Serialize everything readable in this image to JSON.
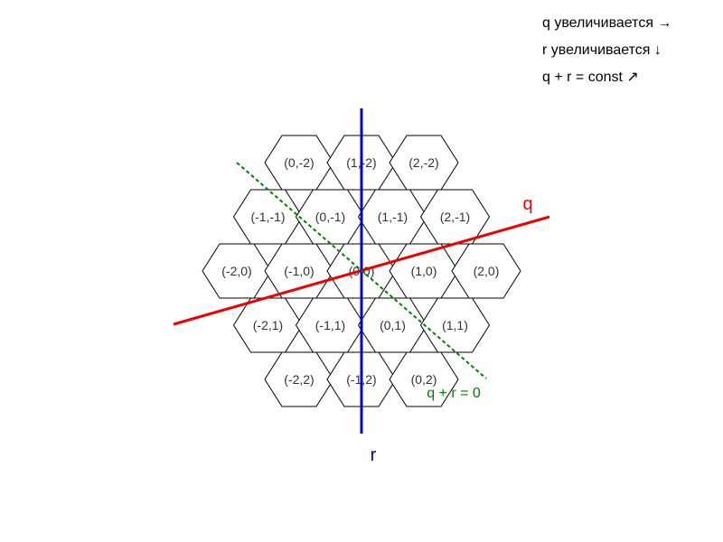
{
  "legend": {
    "lines": [
      "q увеличивается →",
      "r увеличивается ↓",
      "q + r = const ↗"
    ]
  },
  "axes": {
    "q": {
      "label": "q",
      "color": "#ee0000"
    },
    "r": {
      "label": "r",
      "color": "#0000cc"
    },
    "diagonal": {
      "label": "q + r = 0",
      "color": "#008000"
    }
  },
  "cells": [
    {
      "q": 0,
      "r": -2,
      "label": "(0,-2)"
    },
    {
      "q": 1,
      "r": -2,
      "label": "(1,-2)"
    },
    {
      "q": 2,
      "r": -2,
      "label": "(2,-2)"
    },
    {
      "q": -1,
      "r": -1,
      "label": "(-1,-1)"
    },
    {
      "q": 0,
      "r": -1,
      "label": "(0,-1)"
    },
    {
      "q": 1,
      "r": -1,
      "label": "(1,-1)"
    },
    {
      "q": 2,
      "r": -1,
      "label": "(2,-1)"
    },
    {
      "q": -2,
      "r": 0,
      "label": "(-2,0)"
    },
    {
      "q": -1,
      "r": 0,
      "label": "(-1,0)"
    },
    {
      "q": 0,
      "r": 0,
      "label": "(0,0)"
    },
    {
      "q": 1,
      "r": 0,
      "label": "(1,0)"
    },
    {
      "q": 2,
      "r": 0,
      "label": "(2,0)"
    },
    {
      "q": -2,
      "r": 1,
      "label": "(-2,1)"
    },
    {
      "q": -1,
      "r": 1,
      "label": "(-1,1)"
    },
    {
      "q": 0,
      "r": 1,
      "label": "(0,1)"
    },
    {
      "q": 1,
      "r": 1,
      "label": "(1,1)"
    },
    {
      "q": -2,
      "r": 2,
      "label": "(-2,2)"
    },
    {
      "q": -1,
      "r": 2,
      "label": "(-1,2)"
    },
    {
      "q": 0,
      "r": 2,
      "label": "(0,2)"
    }
  ]
}
